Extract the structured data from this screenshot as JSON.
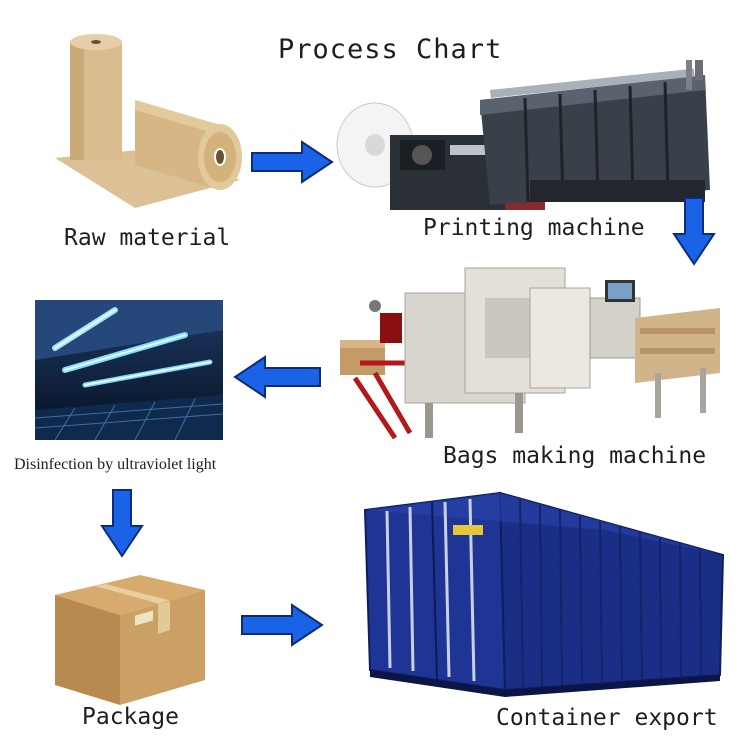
{
  "title": "Process Chart",
  "steps": {
    "raw_material": "Raw material",
    "printing_machine": "Printing machine",
    "bags_making_machine": "Bags making machine",
    "disinfection": "Disinfection by ultraviolet light",
    "package": "Package",
    "container_export": "Container export"
  },
  "colors": {
    "arrow_fill": "#1a63e6",
    "arrow_stroke": "#0b2c7a",
    "container": "#1c2f8f"
  }
}
